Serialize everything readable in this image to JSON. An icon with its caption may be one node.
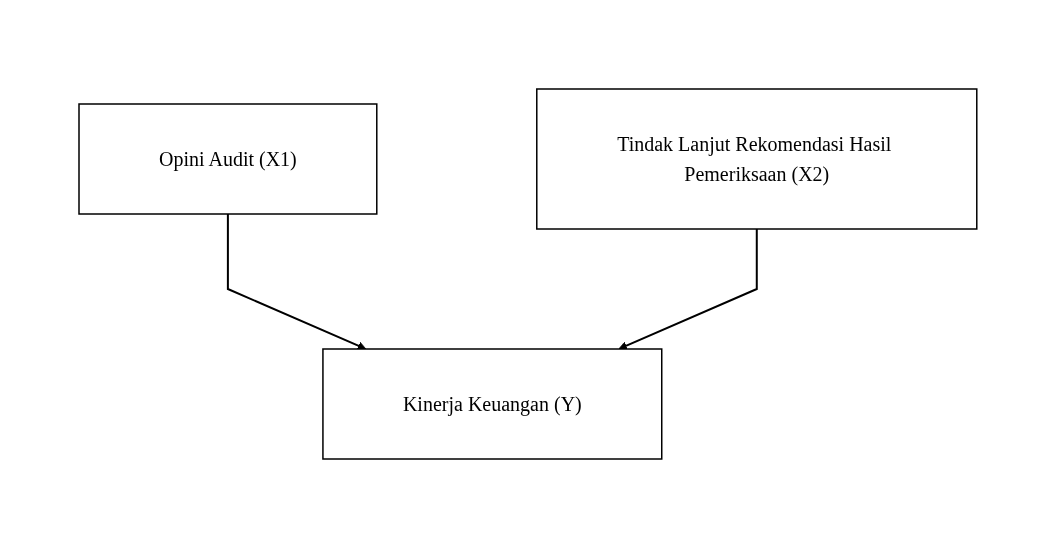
{
  "diagram": {
    "nodes": [
      {
        "text": [
          "Opini Audit (X1)"
        ]
      },
      {
        "text": [
          "Tindak Lanjut Rekomendasi Hasil Pemeriksaan (X2)"
        ]
      },
      {
        "text": [
          "Kinerja Keuangan (Y)"
        ]
      }
    ],
    "edges": [
      {
        "from": 0,
        "to": 2,
        "arrow": "to"
      },
      {
        "from": 1,
        "to": 2,
        "arrow": "to"
      }
    ]
  }
}
